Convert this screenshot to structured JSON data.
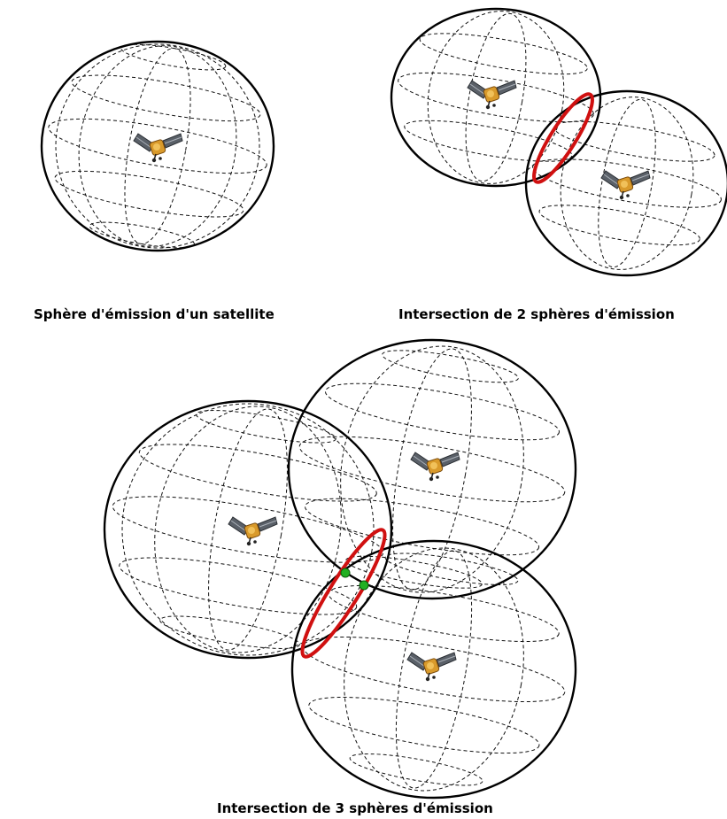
{
  "captions": {
    "one_sphere": "Sphère d'émission d'un satellite",
    "two_spheres": "Intersection de 2 sphères d'émission",
    "three_spheres": "Intersection de 3 sphères d'émission"
  },
  "colors": {
    "sphere_outline": "#000000",
    "grid_lines": "#111111",
    "intersection_circle": "#d01010",
    "solution_points": "#22b022",
    "satellite_body": "#d99a2b",
    "satellite_panel": "#5a6068"
  },
  "icons": {
    "satellite": "satellite-icon"
  }
}
